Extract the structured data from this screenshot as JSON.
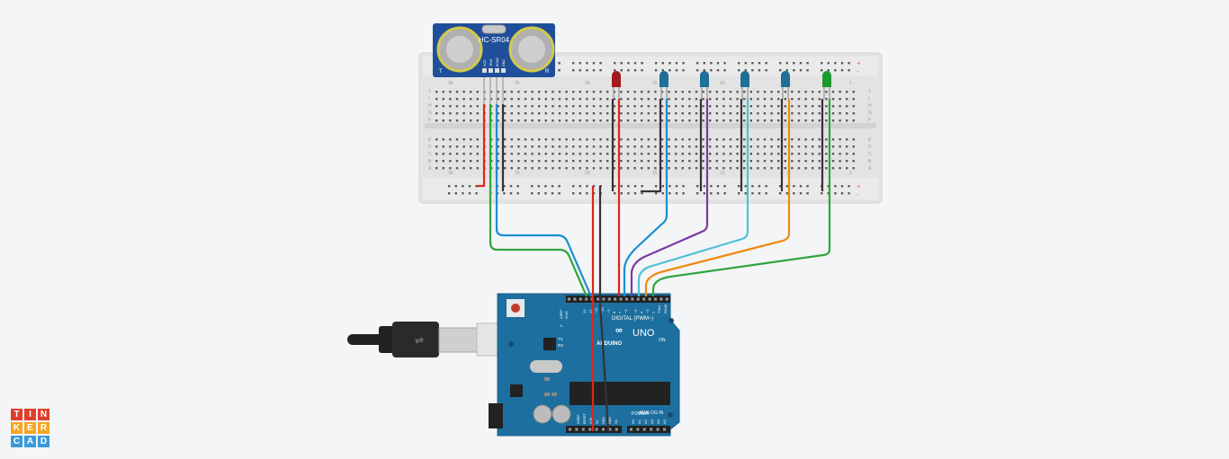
{
  "app": {
    "logo_letters": [
      "T",
      "I",
      "N",
      "K",
      "E",
      "R",
      "C",
      "A",
      "D"
    ]
  },
  "sensor": {
    "model": "HC-SR04",
    "pins": [
      "VCC",
      "TRIG",
      "ECHO",
      "GND"
    ],
    "left_label": "T",
    "right_label": "R"
  },
  "breadboard": {
    "column_numbers": [
      "30",
      "25",
      "20",
      "15",
      "10",
      "5",
      "1"
    ],
    "row_letters_top": [
      "J",
      "I",
      "H",
      "G",
      "F"
    ],
    "row_letters_bottom": [
      "E",
      "D",
      "C",
      "B",
      "A"
    ],
    "rail_plus": "+",
    "rail_minus": "-"
  },
  "leds": [
    {
      "name": "led-red",
      "color": "#a4191d"
    },
    {
      "name": "led-blue-1",
      "color": "#1f6f96"
    },
    {
      "name": "led-blue-2",
      "color": "#1f6f96"
    },
    {
      "name": "led-blue-3",
      "color": "#1f6f96"
    },
    {
      "name": "led-blue-4",
      "color": "#1f6f96"
    },
    {
      "name": "led-green",
      "color": "#1c9a2c"
    }
  ],
  "arduino": {
    "brand": "ARDUINO",
    "model": "UNO",
    "digital_label": "DIGITAL (PWM~)",
    "power_label": "POWER",
    "analog_label": "ANALOG IN",
    "on_label": "ON",
    "aref_label": "AREF",
    "gnd_label": "GND",
    "led_labels": [
      "L",
      "TX",
      "RX"
    ],
    "digital_pins": [
      "13",
      "12",
      "~11",
      "~10",
      "~9",
      "8",
      "7",
      "~6",
      "~5",
      "4",
      "~3",
      "2",
      "TX▸1",
      "RX◂0"
    ],
    "power_pins": [
      "IOREF",
      "RESET",
      "3.3V",
      "5V",
      "GND",
      "GND",
      "Vin"
    ],
    "analog_pins": [
      "A0",
      "A1",
      "A2",
      "A3",
      "A4",
      "A5"
    ]
  },
  "colors": {
    "board": "#1d6f9f",
    "board_dark": "#175c86",
    "breadboard": "#e3e3e3",
    "wire_red": "#e0251b",
    "wire_black": "#333333",
    "wire_green": "#31a53c",
    "wire_blue": "#1b8ed0",
    "wire_purple": "#7d38a3",
    "wire_cyan": "#4fc1d6",
    "wire_orange": "#f08a12"
  }
}
